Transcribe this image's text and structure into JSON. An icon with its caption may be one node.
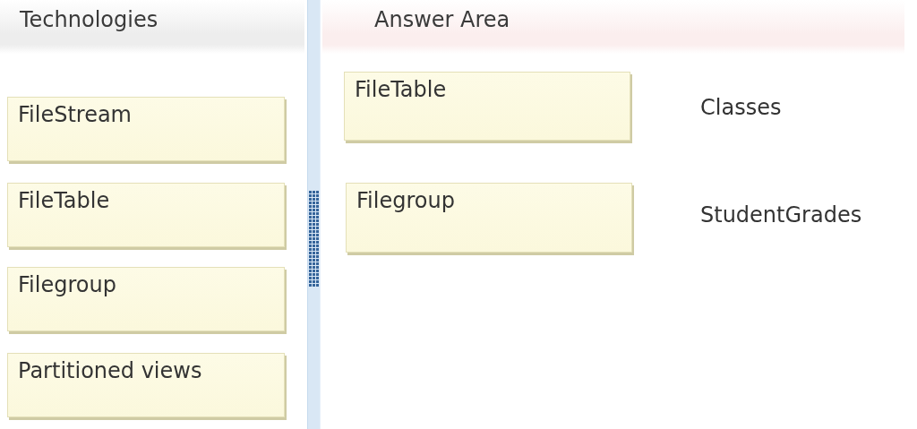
{
  "diagram": {
    "nodes": [
      {
        "text": [
          "Technologies"
        ]
      },
      {
        "text": [
          "FileStream"
        ],
        "in": 0
      },
      {
        "text": [
          "FileTable"
        ],
        "in": 0
      },
      {
        "text": [
          "Filegroup"
        ],
        "in": 0
      },
      {
        "text": [
          "Partitioned views"
        ],
        "in": 0
      },
      {
        "text": [
          "Answer Area"
        ]
      },
      {
        "text": [
          "FileTable"
        ],
        "in": 5,
        "beside": [
          "Classes"
        ]
      },
      {
        "text": [
          "Filegroup"
        ],
        "in": 5,
        "beside": [
          "StudentGrades"
        ]
      }
    ]
  }
}
